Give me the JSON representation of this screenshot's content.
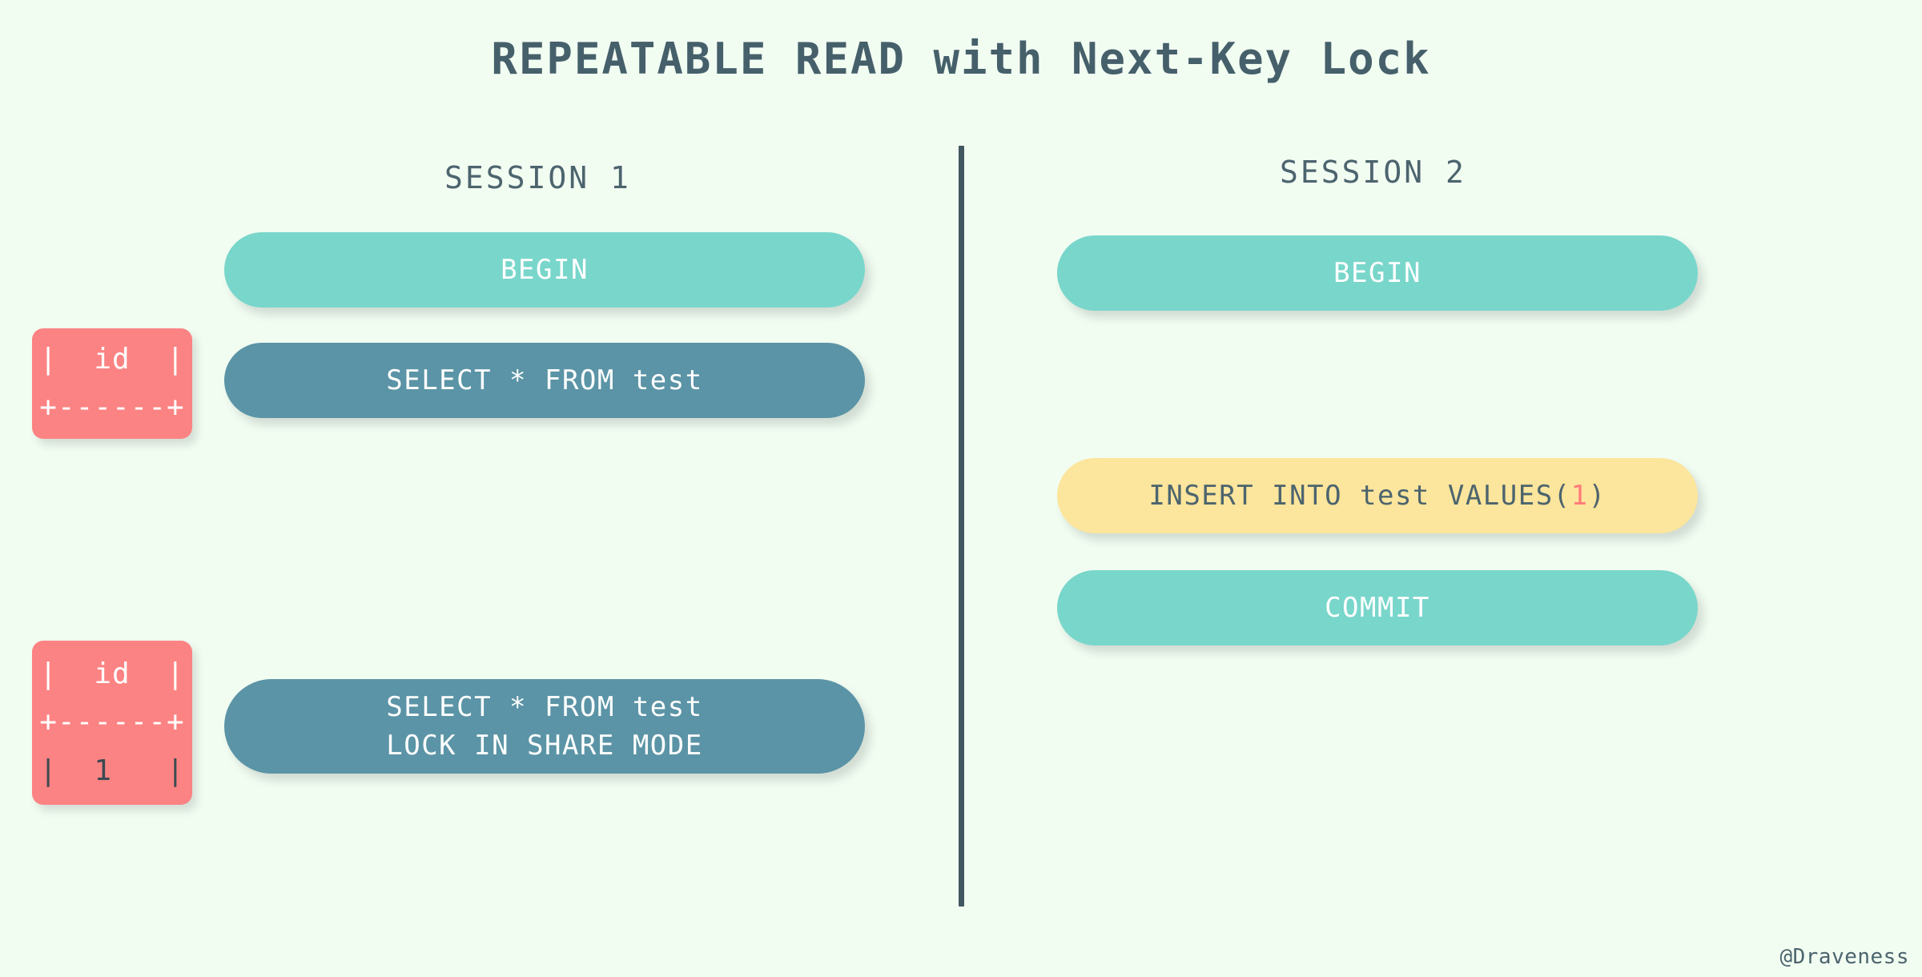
{
  "page": {
    "title": "REPEATABLE READ with Next-Key Lock",
    "watermark": "@Draveness",
    "background_color": "#f2fdf2",
    "title_color": "#46606b",
    "divider_color": "#435760"
  },
  "colors": {
    "teal": "#79d6cb",
    "steel": "#5b94a6",
    "amber": "#fce59c",
    "red_box": "#fc8383",
    "accent_red": "#ff7b7b",
    "text_white": "#ffffff",
    "text_slate": "#4c646e"
  },
  "sessions": [
    {
      "header": "SESSION 1",
      "steps": [
        {
          "label": "BEGIN",
          "style": "teal"
        },
        {
          "label": "SELECT * FROM test",
          "style": "steel"
        },
        {
          "line1": "SELECT * FROM test",
          "line2": "LOCK IN SHARE MODE",
          "style": "steel"
        }
      ]
    },
    {
      "header": "SESSION 2",
      "steps": [
        {
          "label": "BEGIN",
          "style": "teal"
        },
        {
          "prefix": "INSERT INTO test VALUES(",
          "value": "1",
          "suffix": ")",
          "style": "amber"
        },
        {
          "label": "COMMIT",
          "style": "teal"
        }
      ]
    }
  ],
  "results": [
    {
      "lines": [
        "|  id  |",
        "+------+"
      ],
      "highlight_index": -1
    },
    {
      "lines": [
        "|  id  |",
        "+------+",
        "|  1   |"
      ],
      "highlight_index": 2
    }
  ]
}
